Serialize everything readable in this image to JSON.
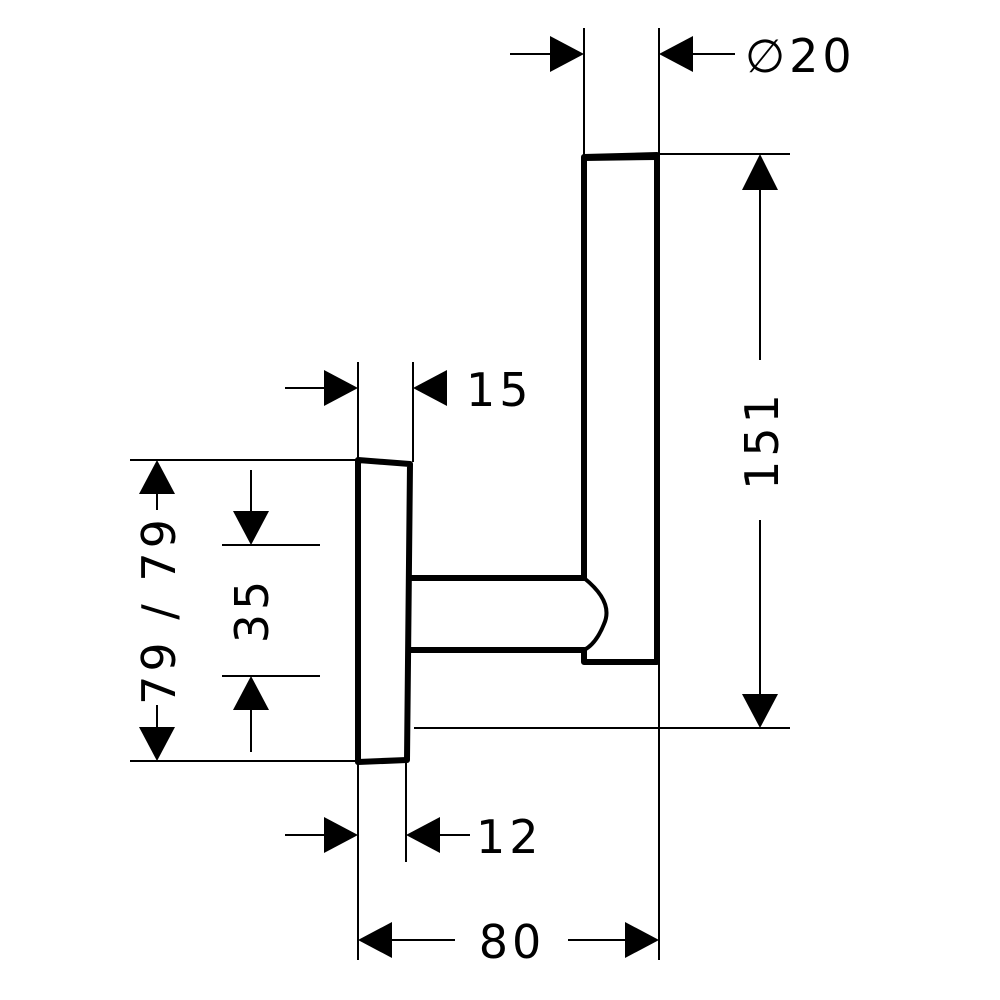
{
  "dimensions": {
    "diameter": "∅20",
    "rod_height": "151",
    "plate_thickness_top": "15",
    "plate_thickness_bottom": "12",
    "overall_depth": "80",
    "plate_height": "79 / 79",
    "arm_height": "35"
  }
}
